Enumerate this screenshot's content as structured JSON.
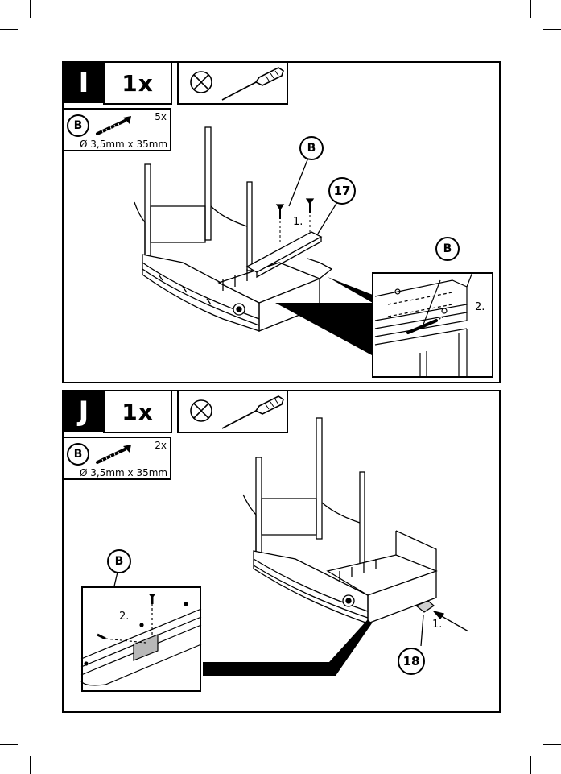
{
  "step_i": {
    "letter": "I",
    "count": "1x",
    "part_letter": "B",
    "part_qty": "5x",
    "part_size": "Ø 3,5mm x 35mm",
    "callout_screw": "B",
    "callout_part": "17",
    "detail_screw": "B",
    "order_1": "1.",
    "order_2": "2."
  },
  "step_j": {
    "letter": "J",
    "count": "1x",
    "part_letter": "B",
    "part_qty": "2x",
    "part_size": "Ø 3,5mm x 35mm",
    "callout_screw": "B",
    "callout_part": "18",
    "order_1": "1.",
    "order_2": "2."
  },
  "icons": [
    "no-power-drill-icon",
    "screwdriver-icon",
    "screw-icon"
  ]
}
